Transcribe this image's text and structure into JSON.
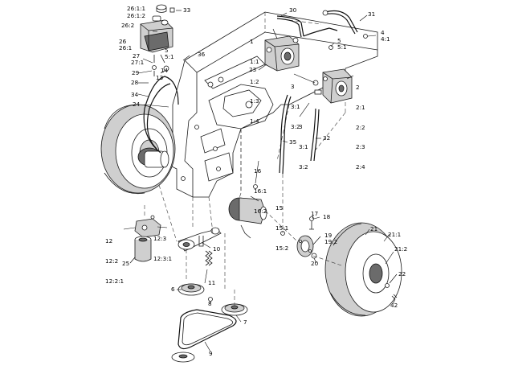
{
  "labels": {
    "l33": "33",
    "l26_1_1": "26:1:1",
    "l26_1_2": "26:1:2",
    "l26_2": "26:2",
    "l26": "26",
    "l26_1": "26:1",
    "l5a": "5",
    "l5_1a": "5:1",
    "l27": "27",
    "l27_1": "27:1",
    "l36": "36",
    "l29": "29",
    "l14": "14",
    "l13": "13",
    "l28": "28",
    "l34": "34",
    "l24": "24",
    "l30": "30",
    "l31": "31",
    "l1": "1",
    "l1_1": "1:1",
    "l1_2": "1:2",
    "l1_3": "1:3",
    "l1_4": "1:4",
    "l23": "23",
    "l5b": "5",
    "l5_1b": "5:1",
    "l4": "4",
    "l4_1": "4:1",
    "l3a": "3",
    "l3_1a": "3:1",
    "l3_2a": "3:2",
    "l2": "2",
    "l2_1": "2:1",
    "l2_2": "2:2",
    "l2_3": "2:3",
    "l2_4": "2:4",
    "l3b": "3",
    "l3_1b": "3:1",
    "l3_2b": "3:2",
    "l32": "32",
    "l35": "35",
    "l16": "16",
    "l16_1": "16:1",
    "l16_2": "16:2",
    "l15": "15",
    "l15_1": "15:1",
    "l15_2": "15:2",
    "l17": "17",
    "l18": "18",
    "l12": "12",
    "l12_2": "12:2",
    "l12_2_1": "12:2:1",
    "l12_3": "12:3",
    "l12_3_1": "12:3:1",
    "l25": "25",
    "l10": "10",
    "l19": "19",
    "l19_2": "19:2",
    "l20": "20",
    "l21": "21",
    "l21_1": "21:1",
    "l21_2": "21:2",
    "l22": "22",
    "l42": "42",
    "l11": "11",
    "l6": "6",
    "l8": "8",
    "l7": "7",
    "l9": "9"
  }
}
